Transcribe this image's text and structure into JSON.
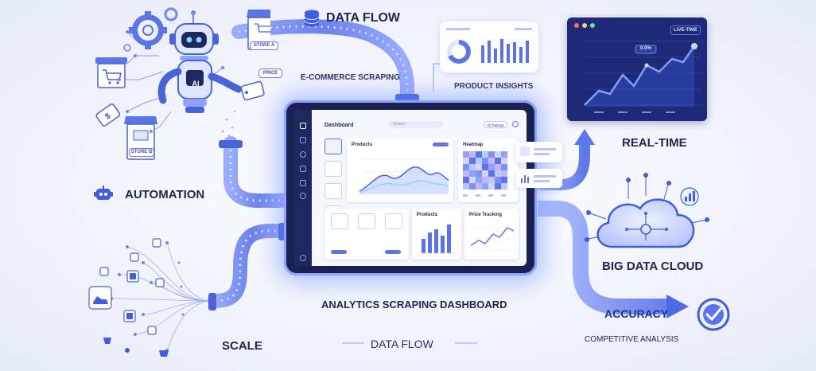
{
  "labels": {
    "data_flow_top": "DATA FLOW",
    "ecommerce_scraping": "E-COMMERCE SCRAPING",
    "product_insights": "PRODUCT INSIGHTS",
    "real_time": "REAL-TIME",
    "automation": "AUTOMATION",
    "big_data_cloud": "BIG DATA CLOUD",
    "accuracy": "ACCURACY",
    "competitive_analysis": "COMPETITIVE ANALYSIS",
    "analytics_dashboard": "ANALYTICS SCRAPING DASHBOARD",
    "data_flow_bottom": "DATA FLOW",
    "scale": "SCALE"
  },
  "tags": {
    "store_a": "STORE A",
    "store_b": "STORE B",
    "price": "PRICE",
    "robot_ai": "AI",
    "live_time": "LIVE-TIME",
    "chart_value": "0.0%"
  },
  "dashboard": {
    "title": "Dashboard",
    "search_placeholder": "Search",
    "filter": "All Ratings",
    "products_title": "Products",
    "heatmap_title": "Heatmap",
    "products_small_title": "Products",
    "price_tracking_title": "Price Tracking"
  },
  "colors": {
    "accent": "#3f5de0",
    "navy": "#1c2550",
    "glow": "#8ea2ff",
    "pipe": "#6e86f0"
  }
}
